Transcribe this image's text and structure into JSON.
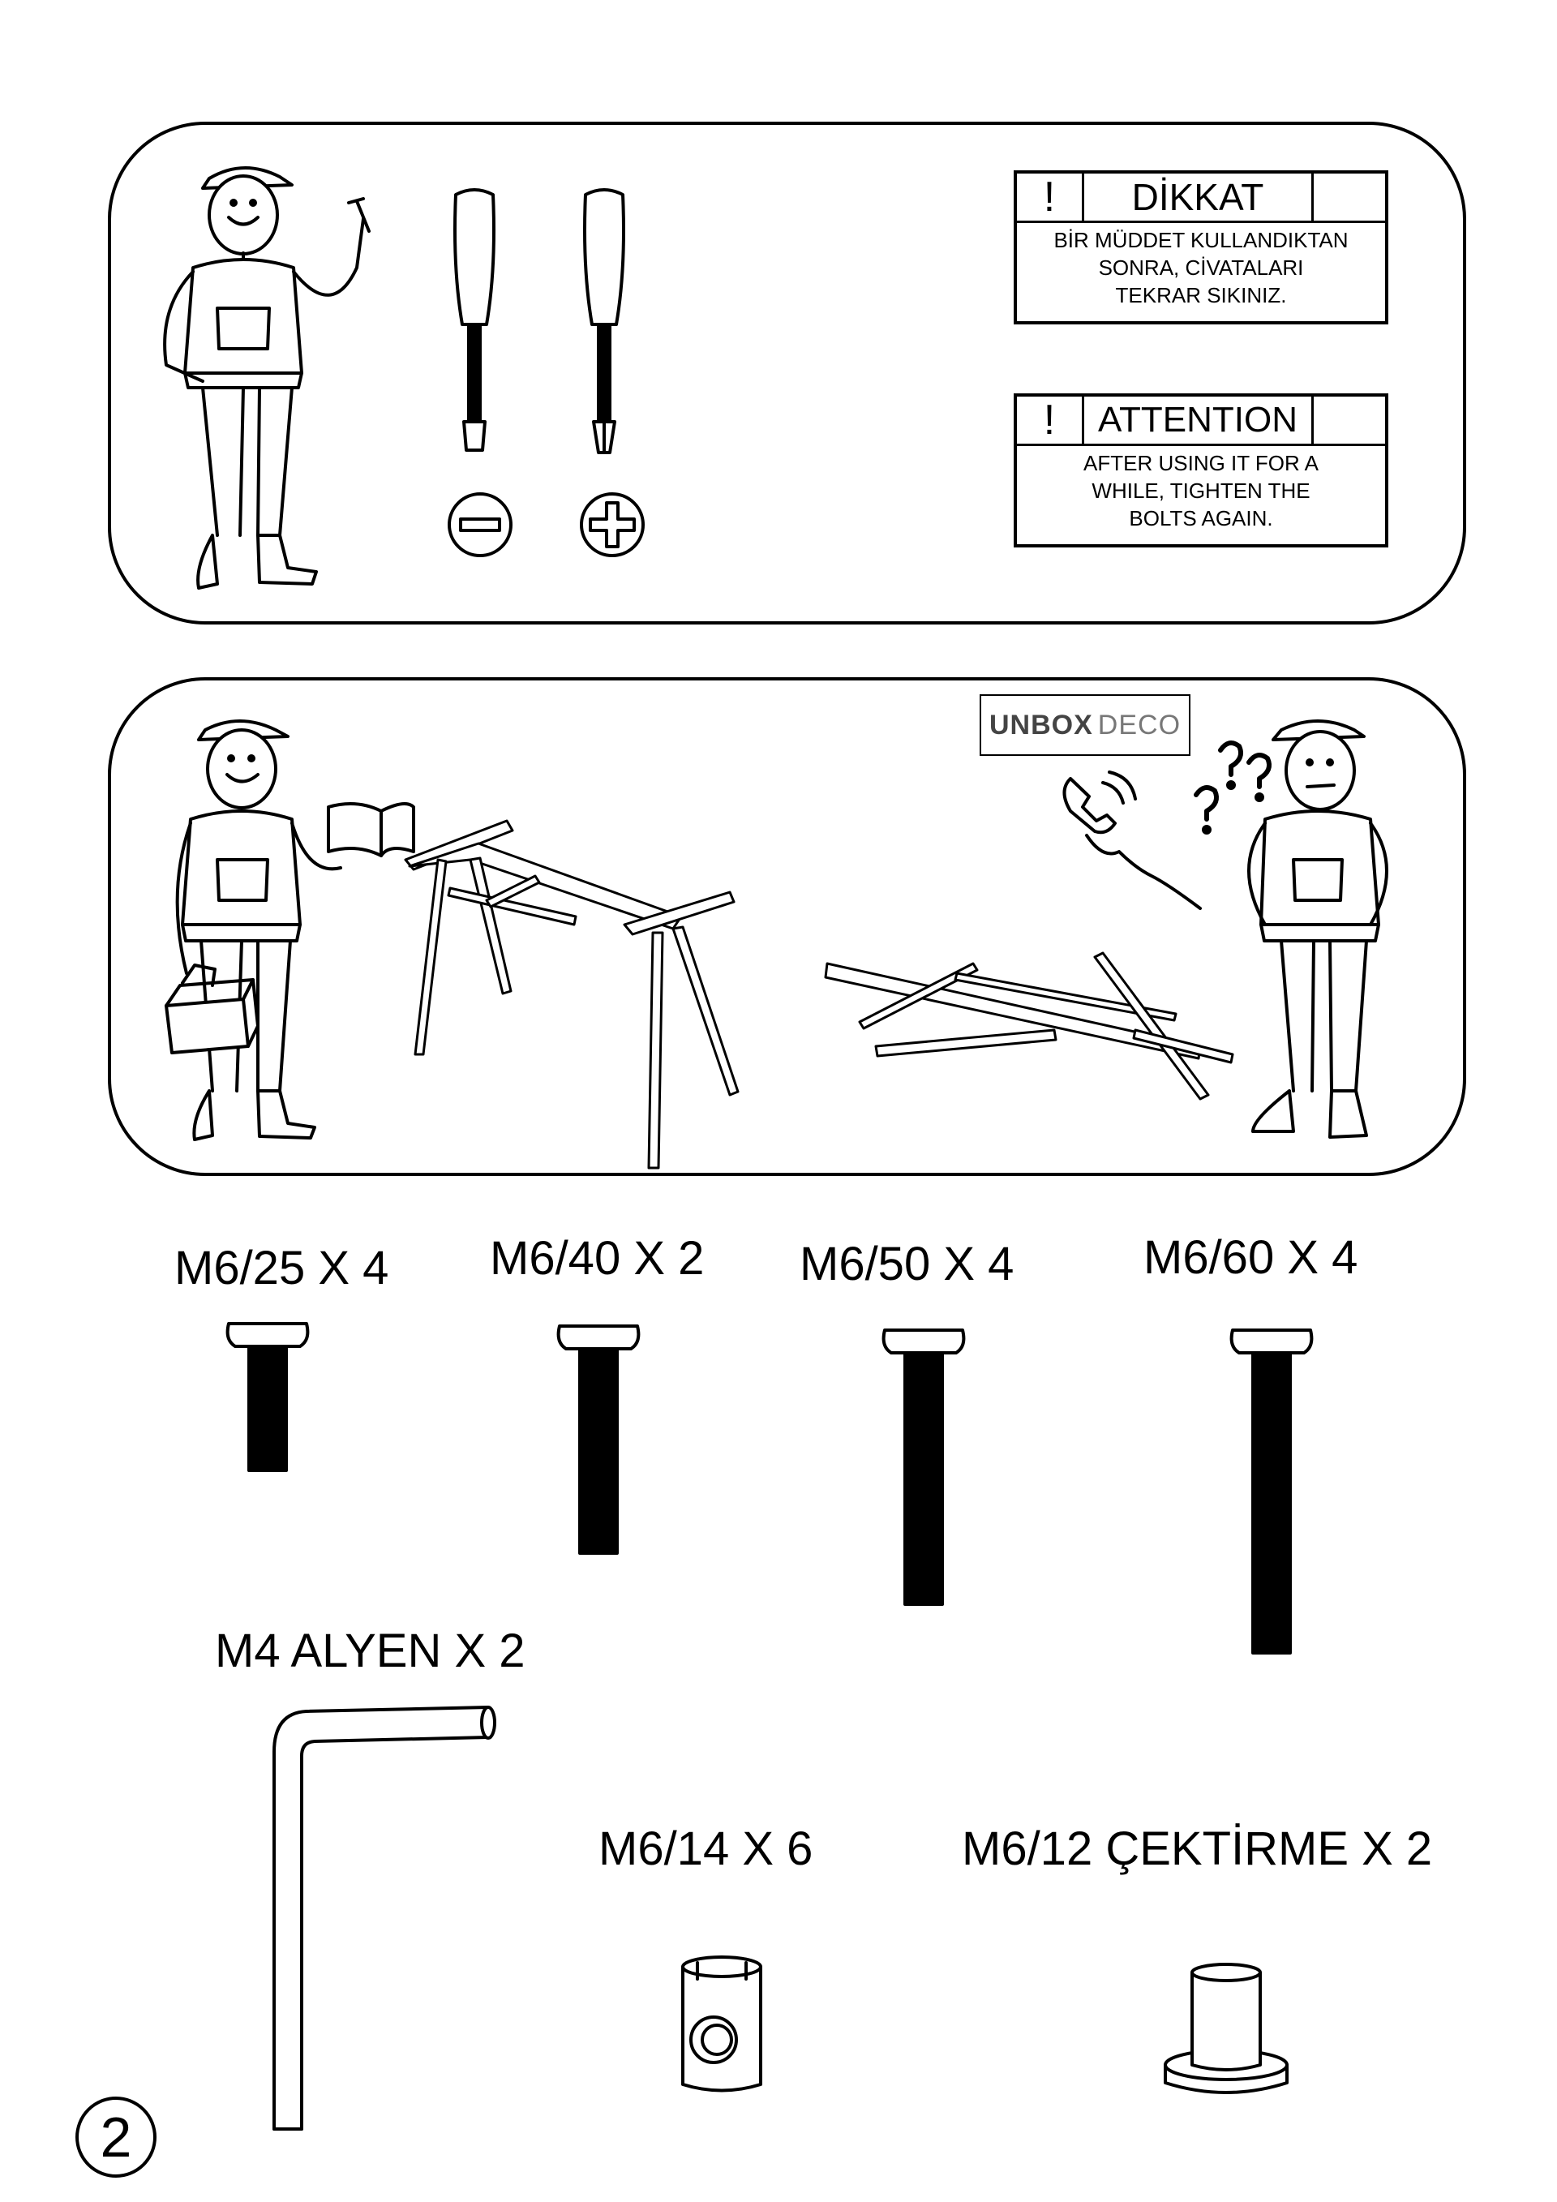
{
  "notices": {
    "turkish": {
      "mark": "!",
      "title": "DİKKAT",
      "lines": [
        "BİR MÜDDET KULLANDIKTAN",
        "SONRA, CİVATALARI",
        "TEKRAR SIKINIZ."
      ]
    },
    "english": {
      "mark": "!",
      "title": "ATTENTION",
      "lines": [
        "AFTER USING IT FOR A",
        "WHILE, TIGHTEN THE",
        "BOLTS AGAIN."
      ]
    }
  },
  "logo": {
    "part1": "UNBOX",
    "part2": "DECO"
  },
  "hardware": {
    "bolt_m6_25": "M6/25 X 4",
    "bolt_m6_40": "M6/40 X 2",
    "bolt_m6_50": "M6/50 X 4",
    "bolt_m6_60": "M6/60 X 4",
    "allen_key": "M4 ALYEN X 2",
    "barrel_nut": "M6/14 X 6",
    "pull_nut": "M6/12 ÇEKTİRME X 2"
  },
  "page_number": "2",
  "icons": [
    "worker-pointing-icon",
    "flathead-screwdriver-icon",
    "phillips-screwdriver-icon",
    "minus-slot-icon",
    "plus-slot-icon",
    "worker-with-manual-icon",
    "toolbox-icon",
    "assembled-frame-icon",
    "phone-icon",
    "question-marks-icon",
    "collapsed-frame-icon",
    "confused-worker-icon",
    "bolt-icon",
    "allen-key-icon",
    "barrel-nut-icon",
    "flange-nut-icon"
  ]
}
